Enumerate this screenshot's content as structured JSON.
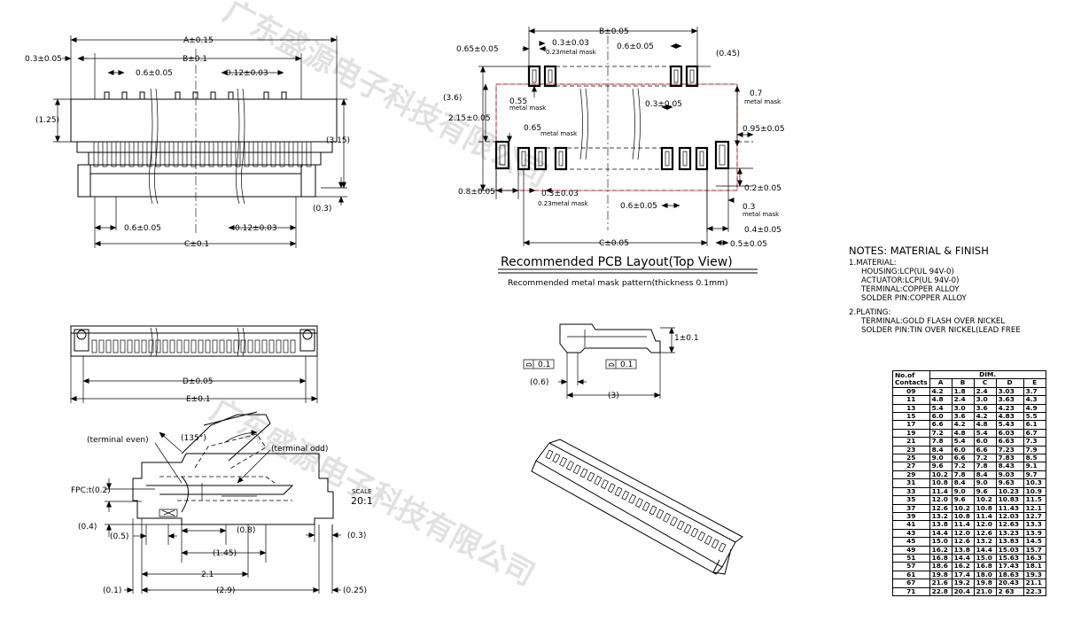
{
  "watermark": "广东盛源电子科技有限公司",
  "top_left_view": {
    "dims": [
      "A±0.15",
      "0.3±0.05",
      "B±0.1",
      "0.6±0.05",
      "0.12±0.03",
      "(1.25)",
      "(3.15)",
      "(0.3)",
      "0.6±0.05",
      "0.12±0.03",
      "C±0.1"
    ]
  },
  "pcb_layout": {
    "dims": [
      "B±0.05",
      "0.65±0.05",
      "0.3±0.03",
      "0.23metal mask",
      "0.6±0.05",
      "(0.45)",
      "(3.6)",
      "0.55",
      "metal mask",
      "0.7",
      "metal mask",
      "2.15±0.05",
      "0.3±0.05",
      "0.65",
      "metal mask",
      "0.95±0.05",
      "0.8±0.05",
      "0.3±0.03",
      "0.23metal mask",
      "0.2±0.05",
      "0.6±0.05",
      "0.3",
      "metal mask",
      "0.4±0.05",
      "C±0.05",
      "0.5±0.05"
    ],
    "title": "Recommended PCB Layout(Top View)",
    "subtitle": "Recommended metal mask pattern(thickness 0.1mm)"
  },
  "front_view": {
    "dims": [
      "D±0.05",
      "E±0.1"
    ]
  },
  "side_view": {
    "dims": [
      "1±0.1",
      "0.1",
      "0.1",
      "(0.6)",
      "(3)"
    ]
  },
  "section_view": {
    "dims": [
      "(135°)",
      "(terminal even)",
      "(terminal odd)",
      "FPC:t(0.2)",
      "(0.4)",
      "(0.5)",
      "(0.8)",
      "(0.3)",
      "(1.45)",
      "2.1",
      "(0.1)",
      "(2.9)",
      "(0.25)"
    ],
    "scale_label": "SCALE",
    "scale_value": "20:1"
  },
  "notes": {
    "heading": "NOTES: MATERIAL & FINISH",
    "material_title": "1.MATERIAL:",
    "material": [
      "HOUSING:LCP(UL 94V-0)",
      "ACTUATOR:LCP(UL 94V-0)",
      "TERMINAL:COPPER ALLOY",
      "SOLDER PIN:COPPER ALLOY"
    ],
    "plating_title": "2.PLATING:",
    "plating": [
      "TERMINAL:GOLD FLASH OVER NICKEL",
      "SOLDER PIN:TIN OVER NICKEL(LEAD FREE"
    ]
  },
  "table": {
    "header_contacts": "No.of Contacts",
    "header_dim": "DIM.",
    "columns": [
      "A",
      "B",
      "C",
      "D",
      "E"
    ],
    "rows": [
      [
        "09",
        "4.2",
        "1.8",
        "2.4",
        "3.03",
        "3.7"
      ],
      [
        "11",
        "4.8",
        "2.4",
        "3.0",
        "3.63",
        "4.3"
      ],
      [
        "13",
        "5.4",
        "3.0",
        "3.6",
        "4.23",
        "4.9"
      ],
      [
        "15",
        "6.0",
        "3.6",
        "4.2",
        "4.83",
        "5.5"
      ],
      [
        "17",
        "6.6",
        "4.2",
        "4.8",
        "5.43",
        "6.1"
      ],
      [
        "19",
        "7.2",
        "4.8",
        "5.4",
        "6.03",
        "6.7"
      ],
      [
        "21",
        "7.8",
        "5.4",
        "6.0",
        "6.63",
        "7.3"
      ],
      [
        "23",
        "8.4",
        "6.0",
        "6.6",
        "7.23",
        "7.9"
      ],
      [
        "25",
        "9.0",
        "6.6",
        "7.2",
        "7.83",
        "8.5"
      ],
      [
        "27",
        "9.6",
        "7.2",
        "7.8",
        "8.43",
        "9.1"
      ],
      [
        "29",
        "10.2",
        "7.8",
        "8.4",
        "9.03",
        "9.7"
      ],
      [
        "31",
        "10.8",
        "8.4",
        "9.0",
        "9.63",
        "10.3"
      ],
      [
        "33",
        "11.4",
        "9.0",
        "9.6",
        "10.23",
        "10.9"
      ],
      [
        "35",
        "12.0",
        "9.6",
        "10.2",
        "10.83",
        "11.5"
      ],
      [
        "37",
        "12.6",
        "10.2",
        "10.8",
        "11.43",
        "12.1"
      ],
      [
        "39",
        "13.2",
        "10.8",
        "11.4",
        "12.03",
        "12.7"
      ],
      [
        "41",
        "13.8",
        "11.4",
        "12.0",
        "12.63",
        "13.3"
      ],
      [
        "43",
        "14.4",
        "12.0",
        "12.6",
        "13.23",
        "13.9"
      ],
      [
        "45",
        "15.0",
        "12.6",
        "13.2",
        "13.83",
        "14.5"
      ],
      [
        "49",
        "16.2",
        "13.8",
        "14.4",
        "15.03",
        "15.7"
      ],
      [
        "51",
        "16.8",
        "14.4",
        "15.0",
        "15.63",
        "16.3"
      ],
      [
        "57",
        "18.6",
        "16.2",
        "16.8",
        "17.43",
        "18.1"
      ],
      [
        "61",
        "19.8",
        "17.4",
        "18.0",
        "18.63",
        "19.3"
      ],
      [
        "67",
        "21.6",
        "19.2",
        "19.8",
        "20.43",
        "21.1"
      ],
      [
        "71",
        "22.8",
        "20.4",
        "21.0",
        "2 63",
        "22.3"
      ]
    ]
  }
}
